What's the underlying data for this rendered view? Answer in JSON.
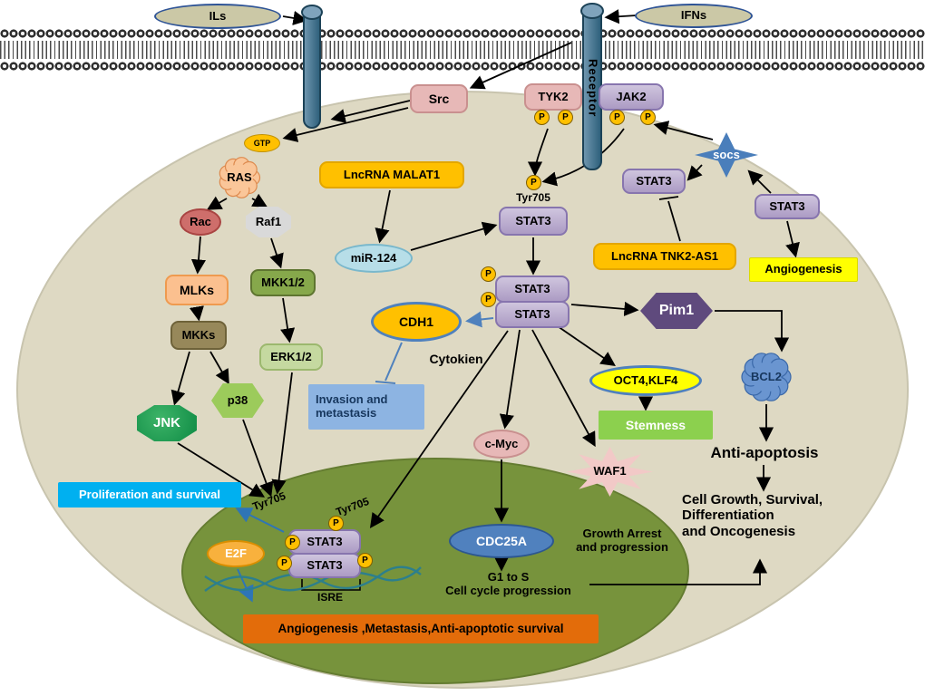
{
  "palette": {
    "cell": "#DED9C3",
    "nucleus": "#77933C",
    "membrane": "#3A3A3A",
    "stat3_purple": "#B3A2C7",
    "orange": "#FFC000",
    "banner_orange": "#E36C0A",
    "blue_box": "#00B0F0",
    "light_blue_box": "#8DB4E2",
    "yellow": "#FFFF00",
    "stemness_green": "#92D050",
    "receptor_teal": "#38768F",
    "phospho_yellow": "#FFC000"
  },
  "nodes": {
    "ils": "ILs",
    "ifns": "IFNs",
    "receptor": "Receptor",
    "src": "Src",
    "tyk2": "TYK2",
    "jak2": "JAK2",
    "socs": "socs",
    "stat3": "STAT3",
    "lncrna_tnk2": "LncRNA TNK2-AS1",
    "angiogenesis": "Angiogenesis",
    "gtp": "GTP",
    "ras": "RAS",
    "rac": "Rac",
    "raf1": "Raf1",
    "lncrna_malat1": "LncRNA MALAT1",
    "mir124": "miR-124",
    "mlks": "MLKs",
    "mkk12": "MKK1/2",
    "mkks": "MKKs",
    "erk12": "ERK1/2",
    "p38": "p38",
    "jnk": "JNK",
    "p": "P",
    "tyr705": "Tyr705",
    "pim1": "Pim1",
    "cdh1": "CDH1",
    "cytokien": "Cytokien",
    "invasion": "Invasion and\nmetastasis",
    "oct4klf4": "OCT4,KLF4",
    "bcl2": "BCL2",
    "stemness": "Stemness",
    "anti_apoptosis": "Anti-apoptosis",
    "cmyc": "c-Myc",
    "waf1": "WAF1",
    "cell_growth": "Cell Growth, Survival,\nDifferentiation\nand Oncogenesis",
    "proliferation": "Proliferation and survival",
    "e2f": "E2F",
    "isre": "ISRE",
    "cdc25a": "CDC25A",
    "g1s": "G1 to S\nCell cycle progression",
    "growth_arrest": "Growth Arrest\nand progression",
    "bottom_banner": "Angiogenesis ,Metastasis,Anti-apoptotic  survival"
  }
}
